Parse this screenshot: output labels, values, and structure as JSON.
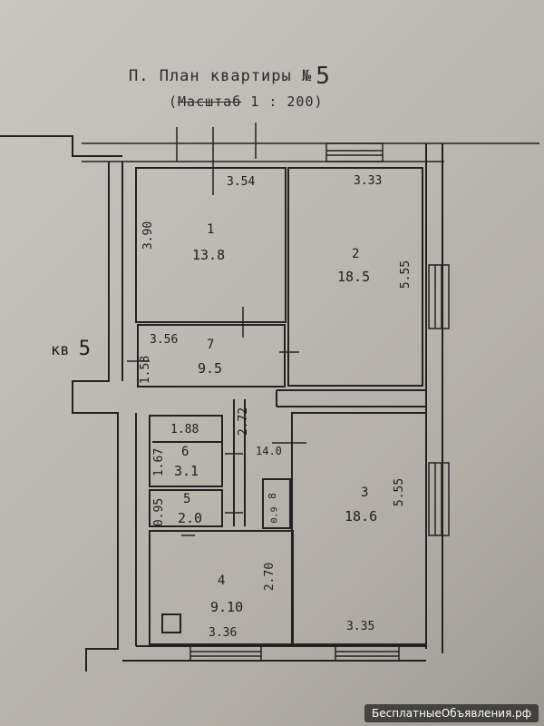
{
  "header": {
    "title": "П. План квартиры №",
    "apartment_number": "5",
    "scale_word": "Масштаб",
    "scale_value": "1 : 200"
  },
  "flat_marker": {
    "prefix": "кв",
    "number": "5"
  },
  "rooms": [
    {
      "id": "1",
      "area": "13.8"
    },
    {
      "id": "2",
      "area": "18.5"
    },
    {
      "id": "7",
      "area": "9.5"
    },
    {
      "id": "6",
      "area": "3.1"
    },
    {
      "id": "5",
      "area": "2.0"
    },
    {
      "id": "3",
      "area": "18.6"
    },
    {
      "id": "4",
      "area": "9.10"
    },
    {
      "id": "8",
      "area": "0.9"
    }
  ],
  "corridor_area": "14.0",
  "dimensions": {
    "room1_width": "3.54",
    "room1_height": "3.90",
    "room2_width": "3.33",
    "room2_height": "5.55",
    "room7_width": "3.56",
    "room7_height": "1.58",
    "corridor_width": "2.72",
    "room6_width": "1.88",
    "room6_height": "1.67",
    "room5_height": "0.95",
    "room3_height": "5.55",
    "room3_width": "3.35",
    "room4_width": "3.36",
    "room4_height": "2.70"
  },
  "watermark": "БесплатныеОбъявления.рф"
}
